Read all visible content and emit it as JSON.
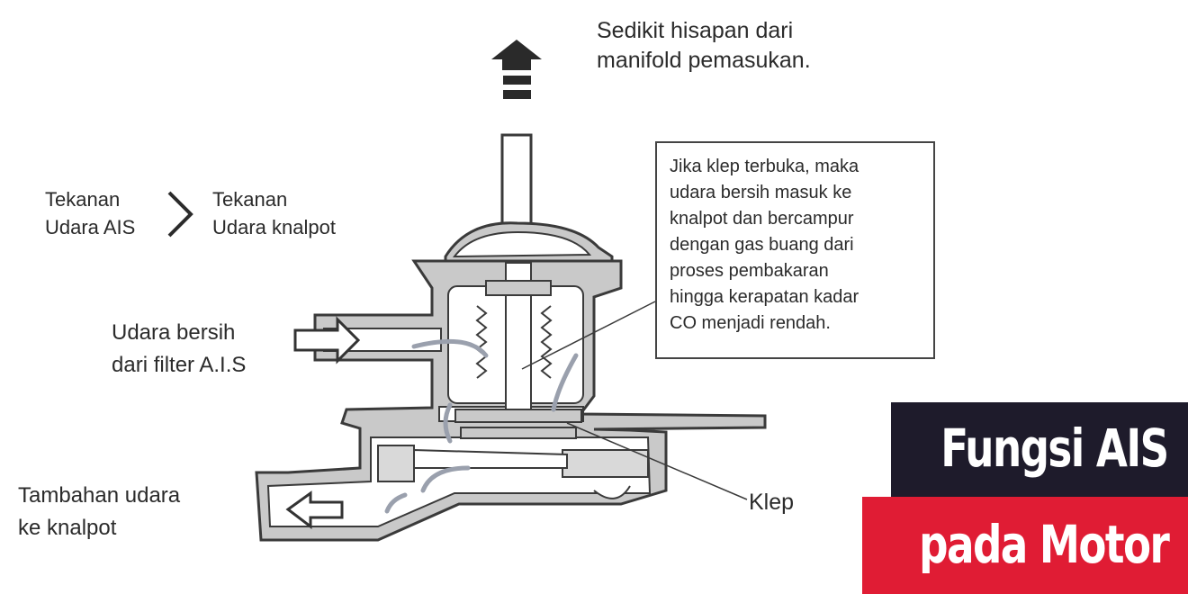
{
  "labels": {
    "suction": "Sedikit hisapan dari\nmanifold pemasukan.",
    "pressure_left": "Tekanan\nUdara AIS",
    "pressure_right": "Tekanan\nUdara knalpot",
    "info": "Jika klep  terbuka, maka\nudara bersih masuk ke\nknalpot dan  bercampur\ndengan gas buang dari\nproses  pembakaran\nhingga kerapatan kadar\nCO menjadi rendah.",
    "clean_air": "Udara bersih\ndari filter A.I.S",
    "exhaust": "Tambahan udara\nke knalpot",
    "valve": "Klep"
  },
  "banner": {
    "line1": "Fungsi AIS",
    "line2": "pada Motor",
    "line1_bg": "#1e1b2b",
    "line2_bg": "#e01c34",
    "text_color": "#ffffff"
  },
  "colors": {
    "housing_fill": "#c9c9c9",
    "outline": "#3a3a3a",
    "flow_arrow": "#9aa0ad",
    "inner": "#ffffff"
  }
}
